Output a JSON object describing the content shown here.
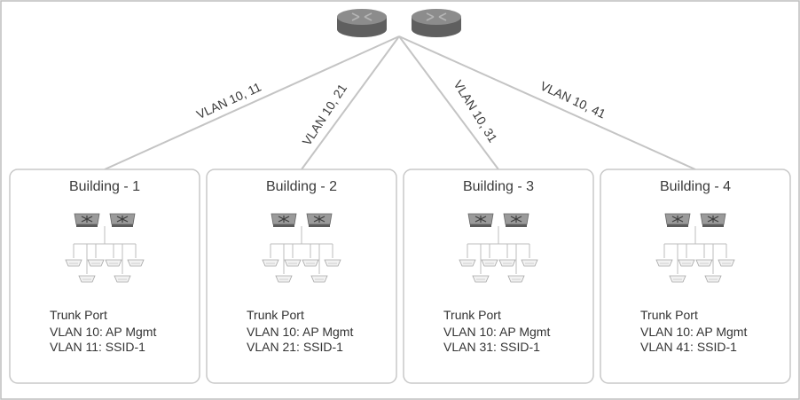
{
  "vlan_links": [
    {
      "label": "VLAN 10, 11"
    },
    {
      "label": "VLAN 10, 21"
    },
    {
      "label": "VLAN 10, 31"
    },
    {
      "label": "VLAN 10, 41"
    }
  ],
  "buildings": [
    {
      "title": "Building - 1",
      "port": "Trunk Port",
      "mgmt": "VLAN 10: AP Mgmt",
      "ssid": "VLAN 11: SSID-1"
    },
    {
      "title": "Building - 2",
      "port": "Trunk Port",
      "mgmt": "VLAN 10: AP Mgmt",
      "ssid": "VLAN 21: SSID-1"
    },
    {
      "title": "Building - 3",
      "port": "Trunk Port",
      "mgmt": "VLAN 10: AP Mgmt",
      "ssid": "VLAN 31: SSID-1"
    },
    {
      "title": "Building - 4",
      "port": "Trunk Port",
      "mgmt": "VLAN 10: AP Mgmt",
      "ssid": "VLAN 41: SSID-1"
    }
  ],
  "icons": {
    "core": "router-icon",
    "switch": "switch-icon",
    "access_point": "access-point-icon"
  },
  "colors": {
    "router_top": "#8c8c8c",
    "router_side": "#5f5f5f",
    "link": "#c4c4c4",
    "box_border": "#c8c8c8"
  }
}
